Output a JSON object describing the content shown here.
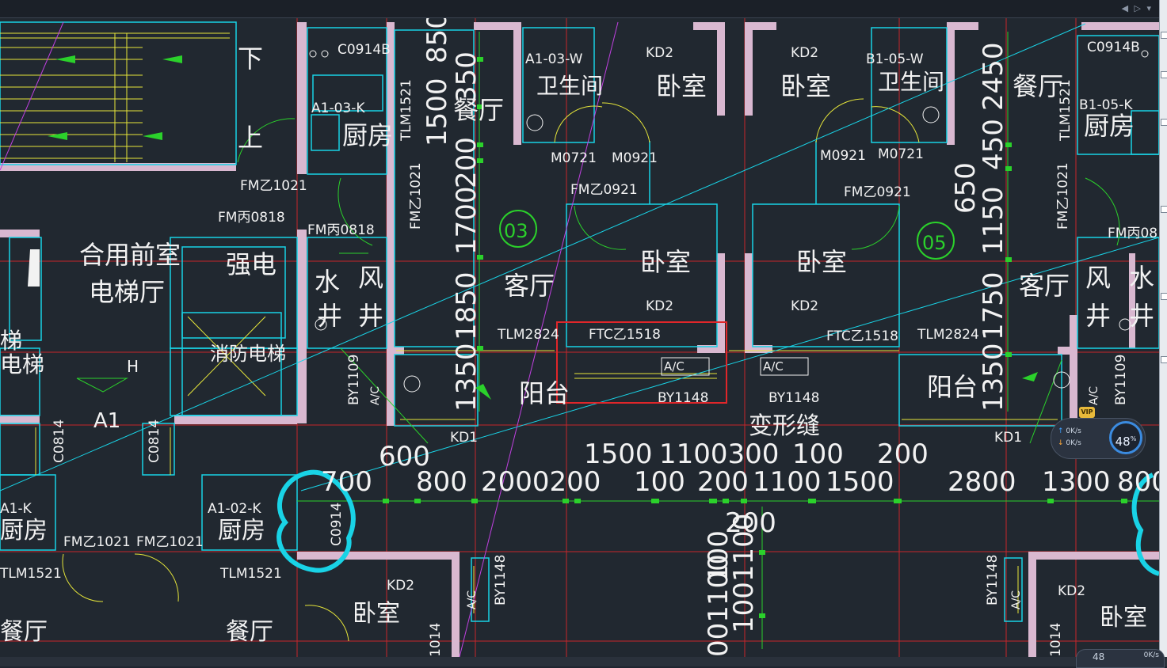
{
  "rooms": {
    "stair_down": "下",
    "stair_up": "上",
    "shared_lobby_line1": "合用前室",
    "shared_lobby_line2": "电梯厅",
    "strong_elec": "强电",
    "water_shaft_1": "水",
    "water_shaft_2": "井",
    "wind_shaft_1": "风",
    "wind_shaft_2": "井",
    "fire_elevator": "消防电梯",
    "elevator_l1": "梯",
    "elevator_l2": "电梯",
    "kitchen": "厨房",
    "dining": "餐厅",
    "bathroom": "卫生间",
    "bedroom": "卧室",
    "living": "客厅",
    "balcony": "阳台",
    "expansion_joint": "变形缝",
    "zone_a1": "A1",
    "h_mark": "H"
  },
  "codes": {
    "c0914b": "C0914B",
    "a1_03_k": "A1-03-K",
    "a1_03_w": "A1-03-W",
    "b1_05_w": "B1-05-W",
    "b1_05_k": "B1-05-K",
    "a1_02_k": "A1-02-K",
    "a1_k": "A1-K",
    "kd2": "KD2",
    "kd1": "KD1",
    "m0721": "M0721",
    "m0921": "M0921",
    "fm_z1021": "FM乙1021",
    "fm_c0818": "FM丙0818",
    "fm_z0921": "FM乙0921",
    "tlm1521": "TLM1521",
    "tlm2824": "TLM2824",
    "ftc_z1518": "FTC乙1518",
    "by1148": "BY1148",
    "by1109": "BY1109",
    "c0814": "C0814",
    "c0914": "C0914",
    "ac": "A/C",
    "unit_03": "03",
    "unit_05": "05",
    "d1014": "1014",
    "m0921_cut": "M0921"
  },
  "dims": {
    "v850": "850",
    "v350": "350",
    "v1500": "1500",
    "v200": "200",
    "v1700": "1700",
    "v1850": "1850",
    "v1350": "1350",
    "v2450": "2450",
    "v450": "450",
    "v650": "650",
    "v1150": "1150",
    "v1750": "1750",
    "r1_600": "600",
    "r1_1500": "1500",
    "r1_1100300": "1100300",
    "r1_100": "100",
    "r1_200": "200",
    "r2_700": "700",
    "r2_800": "800",
    "r2_2000200": "2000200",
    "r2_100": "100",
    "r2_200": "200",
    "r2_1100": "1100",
    "r2_1500": "1500",
    "r2_2800": "2800",
    "r2_1300": "1300",
    "r2_800b": "800",
    "r3_200": "200",
    "vb_100": "100",
    "vb_1001100": "1001100",
    "vb_001100": "001100"
  },
  "widget": {
    "upload": "0K/s",
    "download": "0K/s",
    "percent": "48",
    "pct_sign": "%",
    "vip": "VIP",
    "num2": "48",
    "rate2": "0K/s"
  },
  "colors": {
    "background": "#212830",
    "wall_fill": "#d9b8d0",
    "cyan": "#19d3e6",
    "yellow": "#e6e63a",
    "green": "#2bd12b",
    "red": "#e0262a",
    "magenta": "#c040e0",
    "white_text": "#f2f2f2",
    "highlight_box": "#e0262a"
  }
}
